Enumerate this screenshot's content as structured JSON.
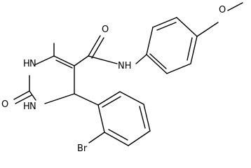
{
  "molecule": {
    "atom_labels": {
      "methoxy_o": "O",
      "methyl_c": "",
      "amide_o": "O",
      "amide_nh": "NH",
      "ring_n1h": "H",
      "ring_n1": "N",
      "ring_n3h": "H",
      "ring_n3": "N",
      "urea_o": "O",
      "br": "Br"
    },
    "bond_color": "#000000",
    "label_color": "#000000"
  }
}
